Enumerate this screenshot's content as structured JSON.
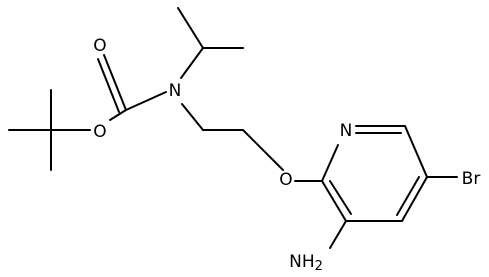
{
  "molecule": {
    "atom_labels": {
      "carbonyl_oxygen": "O",
      "ester_oxygen": "O",
      "carbamate_nitrogen": "N",
      "ether_oxygen": "O",
      "pyridine_nitrogen": "N",
      "bromine": "Br",
      "amine": "NH",
      "amine_subscript": "2"
    },
    "colors": {
      "bond": "#000000",
      "label": "#000000",
      "background": "#ffffff"
    }
  }
}
